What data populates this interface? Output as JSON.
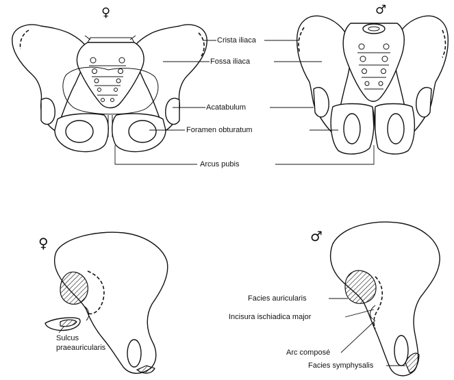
{
  "symbols": {
    "female_top": "♀",
    "male_top": "♂",
    "female_bottom": "♀",
    "male_bottom": "♂"
  },
  "labels": {
    "crista_iliaca": "Crista iliaca",
    "fossa_iliaca": "Fossa iliaca",
    "acetabulum": "Acatabulum",
    "foramen_obturatum": "Foramen obturatum",
    "arcus_pubis": "Arcus pubis",
    "sulcus_line1": "Sulcus",
    "sulcus_line2": "praeauricularis",
    "facies_auricularis": "Facies auricularis",
    "incisura": "Incisura ischiadica major",
    "arc_compose": "Arc composé",
    "facies_symphysalis": "Facies symphysalis"
  }
}
